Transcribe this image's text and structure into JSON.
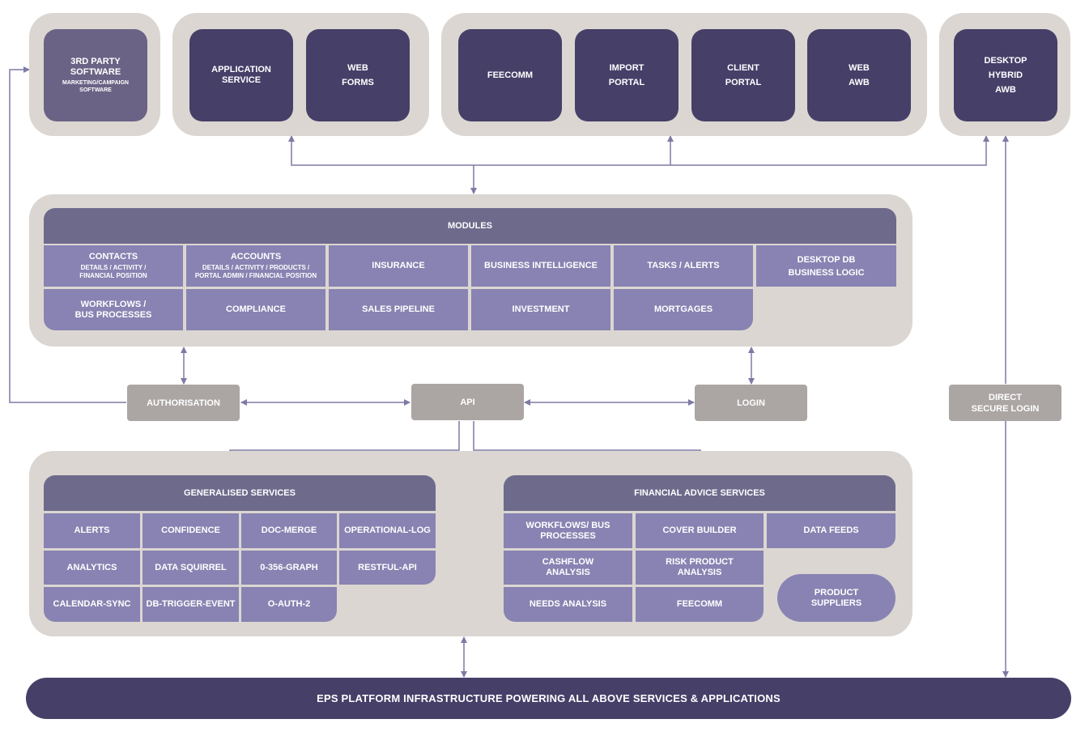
{
  "top": {
    "third_party": {
      "title": "3RD PARTY\nSOFTWARE",
      "subtitle": "MARKETING/CAMPAIGN\nSOFTWARE"
    },
    "application_service": "APPLICATION\nSERVICE",
    "web_forms": "WEB\nFORMS",
    "feecomm": "FEECOMM",
    "import_portal": "IMPORT\nPORTAL",
    "client_portal": "CLIENT\nPORTAL",
    "web_awb": "WEB\nAWB",
    "desktop_hybrid_awb": "DESKTOP\nHYBRID\nAWB"
  },
  "modules": {
    "header": "MODULES",
    "contacts": {
      "title": "CONTACTS",
      "sub": "DETAILS / ACTIVITY /\nFINANCIAL POSITION"
    },
    "accounts": {
      "title": "ACCOUNTS",
      "sub": "DETAILS / ACTIVITY / PRODUCTS /\nPORTAL ADMIN / FINANCIAL POSITION"
    },
    "insurance": "INSURANCE",
    "business_intelligence": "BUSINESS INTELLIGENCE",
    "tasks_alerts": "TASKS / ALERTS",
    "desktop_db": "DESKTOP DB\nBUSINESS LOGIC",
    "workflows": "WORKFLOWS /\nBUS PROCESSES",
    "compliance": "COMPLIANCE",
    "sales_pipeline": "SALES PIPELINE",
    "investment": "INVESTMENT",
    "mortgages": "MORTGAGES"
  },
  "middle": {
    "authorisation": "AUTHORISATION",
    "api": "API",
    "login": "LOGIN",
    "direct_secure_login": "DIRECT\nSECURE LOGIN"
  },
  "generalised": {
    "header": "GENERALISED  SERVICES",
    "alerts": "ALERTS",
    "confidence": "CONFIDENCE",
    "doc_merge": "DOC-MERGE",
    "operational_log": "OPERATIONAL-LOG",
    "analytics": "ANALYTICS",
    "data_squirrel": "DATA SQUIRREL",
    "graph": "0-356-GRAPH",
    "restful_api": "RESTFUL-API",
    "calendar_sync": "CALENDAR-SYNC",
    "db_trigger_event": "DB-TRIGGER-EVENT",
    "o_auth_2": "O-AUTH-2"
  },
  "financial": {
    "header": "FINANCIAL ADVICE SERVICES",
    "workflows": "WORKFLOWS/ BUS\nPROCESSES",
    "cover_builder": "COVER BUILDER",
    "data_feeds": "DATA FEEDS",
    "cashflow": "CASHFLOW\nANALYSIS",
    "risk_product": "RISK PRODUCT\nANALYSIS",
    "product_suppliers": "PRODUCT\nSUPPLIERS",
    "needs_analysis": "NEEDS ANALYSIS",
    "feecomm": "FEECOMM"
  },
  "platform": "EPS PLATFORM  INFRASTRUCTURE POWERING ALL ABOVE SERVICES & APPLICATIONS",
  "colors": {
    "dark": "#463f68",
    "light_cell": "#8883b2",
    "header": "#6d6a8c",
    "panel": "#dbd6d1",
    "grey_box": "#aba5a4",
    "line": "#7e7aa5"
  }
}
